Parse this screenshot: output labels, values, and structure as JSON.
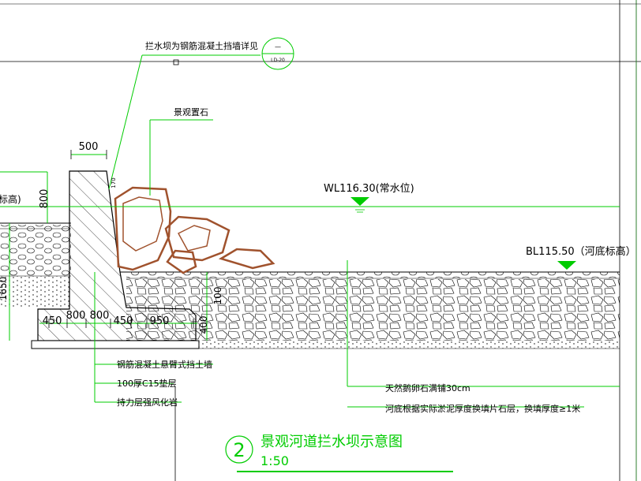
{
  "callouts": {
    "barrier_note": "拦水坝为钢筋混凝土挡墙详见",
    "detail_top": "—",
    "detail_bottom": "LD-20",
    "landscape_stone": "景观置石",
    "wall": "钢筋混凝土悬臂式挡土墙",
    "cushion": "100厚C15垫层",
    "bearing": "持力层强风化岩",
    "pebble": "天然鹅卵石满铺30cm",
    "silt": "河底根据实际淤泥厚度换填片石层，换填厚度≥1米"
  },
  "dims": {
    "top_width": "500",
    "left_height": "800",
    "wall_edge": "170",
    "left_elev": "标高)",
    "left_height2": "1650",
    "right_100": "100",
    "right_400": "400",
    "base": [
      "450",
      "800",
      "800",
      "450",
      "950"
    ]
  },
  "levels": {
    "water": "WL116.30(常水位)",
    "bed": "BL115.50（河底标高）"
  },
  "title": {
    "number": "2",
    "name": "景观河道拦水坝示意图",
    "scale": "1:50"
  },
  "colors": {
    "line": "#000000",
    "accent": "#00cc00",
    "stone": "#a0522d",
    "frame": "#2f7f2f"
  }
}
